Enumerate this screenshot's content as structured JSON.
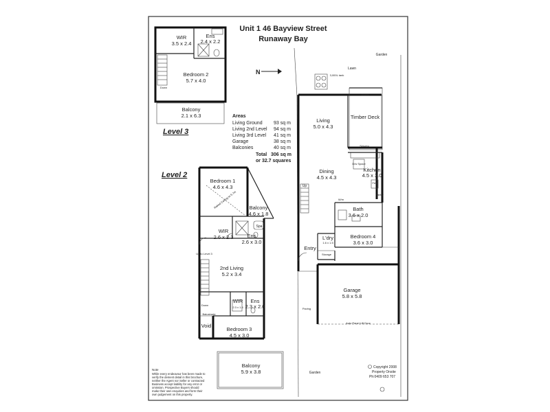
{
  "header": {
    "line1": "Unit 1   46 Bayview Street",
    "line2": "Runaway Bay"
  },
  "north_label": "N",
  "level3": {
    "label": "Level 3",
    "rooms": [
      {
        "name": "WIR",
        "dims": "3.5 x 2.4"
      },
      {
        "name": "Ens",
        "dims": "2.4 x 2.2"
      },
      {
        "name": "Bedroom 2",
        "dims": "5.7 x 4.0"
      },
      {
        "name": "Balcony",
        "dims": "2.1 x 6.3"
      }
    ],
    "down": "Down"
  },
  "areas": {
    "heading": "Areas",
    "rows": [
      {
        "label": "Living Ground",
        "value": "93 sq m"
      },
      {
        "label": "Living 2nd Level",
        "value": "94 sq m"
      },
      {
        "label": "Living 3rd Level",
        "value": "41 sq m"
      },
      {
        "label": "Garage",
        "value": "38 sq m"
      },
      {
        "label": "Balconies",
        "value": "40 sq m"
      }
    ],
    "total_label": "Total",
    "total_value": "306 sq m",
    "squares": "or 32.7 squares"
  },
  "level2": {
    "label": "Level 2",
    "rooms": [
      {
        "name": "Bedroom 1",
        "dims": "4.6 x 4.3"
      },
      {
        "name": "Balcony",
        "dims": "4.6 x 1.8"
      },
      {
        "name": "WIR",
        "dims": "2.6 x 2.3"
      },
      {
        "name": "Ens",
        "dims": "2.6 x 3.0"
      },
      {
        "name": "2nd Living",
        "dims": "5.2 x 3.4"
      },
      {
        "name": "WIR",
        "dims": "2.3 x 1.4"
      },
      {
        "name": "Ens",
        "dims": "2.3 x 2.0"
      },
      {
        "name": "Bedroom 3",
        "dims": "4.5 x 3.0"
      },
      {
        "name": "Balcony",
        "dims": "5.9 x 3.8"
      }
    ],
    "spa": "Spa",
    "void": "Void",
    "up_to_level3": "Up to Level 3",
    "down": "Down",
    "balustrade": "Balustrade",
    "raked_ceiling": "Raked Ceiling to 5.7m"
  },
  "ground": {
    "garden_top": "Garden",
    "lawn": "Lawn",
    "tank": "3,000L tank",
    "rooms": [
      {
        "name": "Living",
        "dims": "5.0 x 4.3"
      },
      {
        "name": "Timber Deck",
        "dims": ""
      },
      {
        "name": "Dining",
        "dims": "4.5 x 4.3"
      },
      {
        "name": "Kitchen",
        "dims": "4.5 x 3.0"
      },
      {
        "name": "Bath",
        "dims": "3.6 x 2.0"
      },
      {
        "name": "L'dry",
        "dims": "1.6 x 1.5"
      },
      {
        "name": "Bedroom 4",
        "dims": "3.6 x 3.0"
      },
      {
        "name": "Garage",
        "dims": "5.8 x 5.8"
      }
    ],
    "servery": "Servery",
    "dw_space": "D/w Space",
    "fdg": "Fdg",
    "pantry": "Pantry",
    "up": "Up",
    "entry": "Entry",
    "storage": "Storage",
    "wm": "W/m",
    "doors": "Doors",
    "paving": "Paving",
    "garage_door": "Auto Panel Lift Door",
    "garden_bottom": "Garden"
  },
  "note": {
    "heading": "Note",
    "lines": [
      "While every endeavour has been made to",
      "verify the dement detail in this brochure,",
      "neither the Agent nor Seller or contracted",
      "Business accept liability for any error or",
      "omission. Prospective Buyers should",
      "make their own enquiries and form their",
      "own judgement on this property."
    ]
  },
  "copyright": {
    "line1": "Copyright 2008",
    "line2": "Property Onsite",
    "line3": "Ph:0409 653 707"
  }
}
